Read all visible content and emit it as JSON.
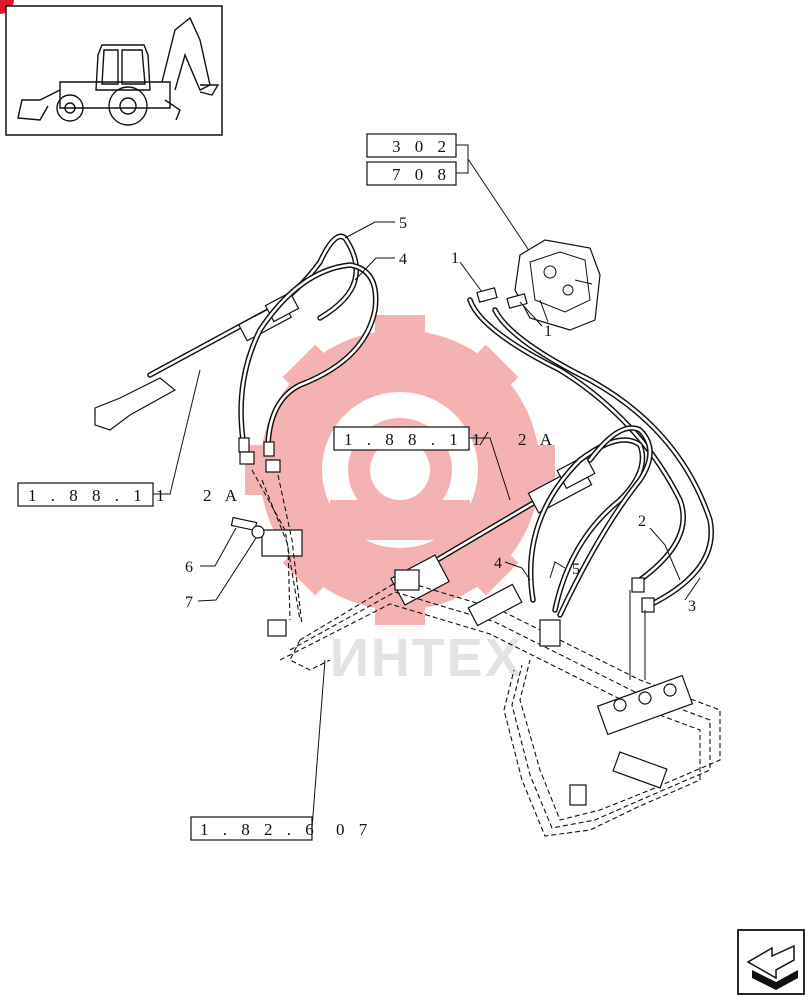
{
  "thumbnail": {
    "icon": "backhoe-loader-icon"
  },
  "watermark": {
    "text": "ИНТЕХ",
    "color": "#f3a5a5"
  },
  "refs": {
    "r302": "3 0 2",
    "r708": "7 0 8",
    "r1_88_11_left": "1 . 8 8 . 1 1",
    "r1_88_11_left_suffix": "2 A",
    "r1_88_11_mid": "1 . 8 8 . 1 1",
    "r1_88_11_mid_suffix": "2 A",
    "r1_82_6": "1 . 8 2 . 6",
    "r1_82_6_suffix": "0 7"
  },
  "callouts": {
    "c5_top": "5",
    "c4_top": "4",
    "c1_a": "1",
    "c1_b": "1",
    "c2": "2",
    "c3": "3",
    "c4_mid": "4",
    "c5_mid": "5",
    "c6": "6",
    "c7": "7"
  },
  "nav": {
    "icon": "next-page-arrow-icon"
  }
}
